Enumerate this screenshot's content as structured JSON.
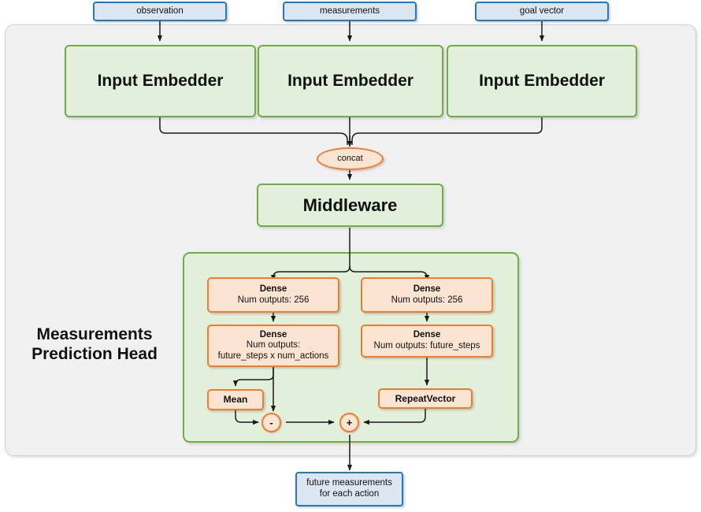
{
  "diagram": {
    "title": "Measurements Prediction Head",
    "colors": {
      "outer_panel_bg": "#f0f0f0",
      "outer_panel_border": "#d0d0d0",
      "green_fill": "#e2efda",
      "green_border": "#70ad47",
      "orange_fill": "#fce4d2",
      "orange_border": "#ed7d31",
      "blue_fill": "#dce6f1",
      "blue_border": "#1f7ac0",
      "edge": "#1a1a1a"
    }
  },
  "inputs": [
    {
      "label": "observation"
    },
    {
      "label": "measurements"
    },
    {
      "label": "goal vector"
    }
  ],
  "embedders": [
    {
      "label": "Input Embedder"
    },
    {
      "label": "Input Embedder"
    },
    {
      "label": "Input Embedder"
    }
  ],
  "concat": {
    "label": "concat"
  },
  "middleware": {
    "label": "Middleware"
  },
  "head": {
    "label_line1": "Measurements",
    "label_line2": "Prediction Head",
    "left_branch": {
      "dense1": {
        "title": "Dense",
        "line2": "Num outputs: 256"
      },
      "dense2": {
        "title": "Dense",
        "line2": "Num outputs:",
        "line3": "future_steps x num_actions"
      },
      "mean": {
        "label": "Mean"
      }
    },
    "right_branch": {
      "dense1": {
        "title": "Dense",
        "line2": "Num outputs: 256"
      },
      "dense2": {
        "title": "Dense",
        "line2": "Num outputs: future_steps"
      },
      "repeat_vector": {
        "label": "RepeatVector"
      }
    },
    "operators": {
      "subtract": {
        "symbol": "-"
      },
      "add": {
        "symbol": "+"
      }
    }
  },
  "output": {
    "line1": "future measurements",
    "line2": "for each action"
  }
}
